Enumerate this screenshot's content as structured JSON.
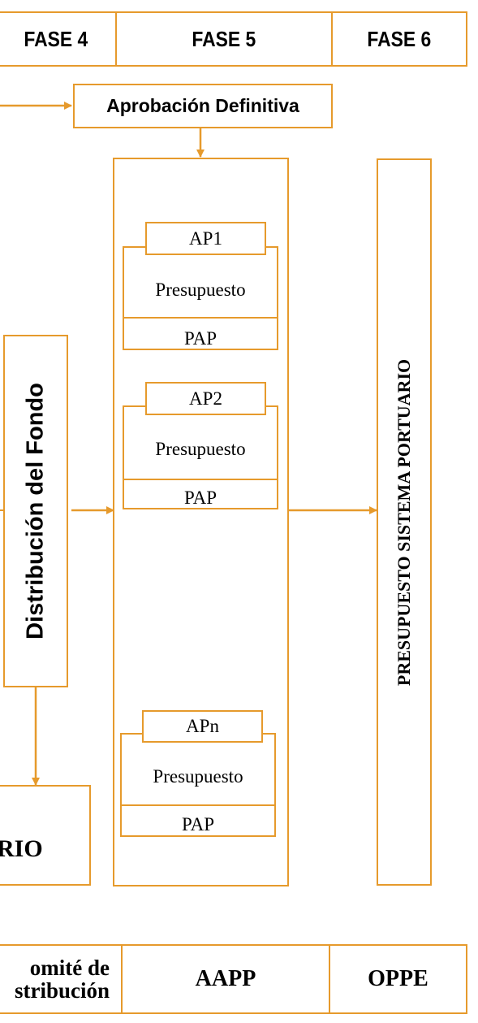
{
  "header": {
    "phases": [
      "FASE 4",
      "FASE 5",
      "FASE 6"
    ]
  },
  "approval": {
    "label": "Aprobación Definitiva"
  },
  "fund_distribution": {
    "label": "Distribución del Fondo"
  },
  "authorities": [
    {
      "code": "AP1",
      "budget": "Presupuesto",
      "pap": "PAP"
    },
    {
      "code": "AP2",
      "budget": "Presupuesto",
      "pap": "PAP"
    },
    {
      "code": "APn",
      "budget": "Presupuesto",
      "pap": "PAP"
    }
  ],
  "partial_box": {
    "label": "RIO"
  },
  "system_budget": {
    "label": "PRESUPUESTO SISTEMA PORTUARIO"
  },
  "footer": {
    "cells": [
      "omité de\nstribución",
      "AAPP",
      "OPPE"
    ]
  },
  "colors": {
    "accent": "#e69a2c"
  }
}
